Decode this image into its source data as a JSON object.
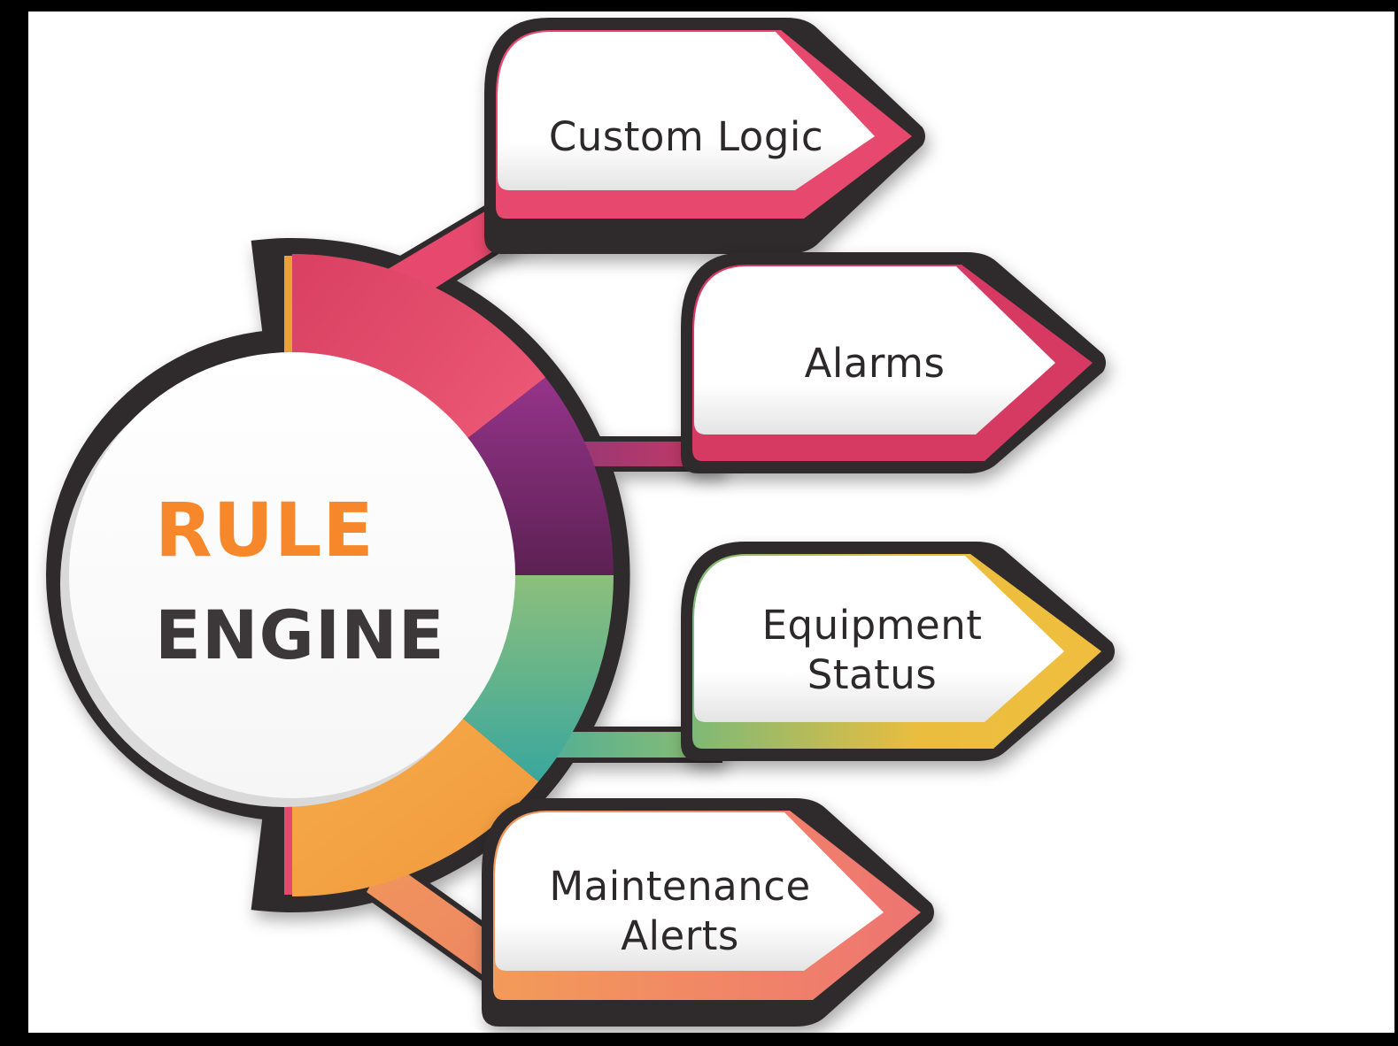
{
  "center": {
    "line1": "RULE",
    "line2": "ENGINE",
    "line1_color": "#f6882b",
    "line2_color": "#3c3839"
  },
  "banners": [
    {
      "id": "custom-logic",
      "label": "Custom Logic",
      "lines": [
        "Custom Logic"
      ],
      "accent_color": "#e7486d"
    },
    {
      "id": "alarms",
      "label": "Alarms",
      "lines": [
        "Alarms"
      ],
      "accent_color": "#d63a62"
    },
    {
      "id": "equipment-status",
      "label": "Equipment Status",
      "lines": [
        "Equipment",
        "Status"
      ],
      "accent_color": "#f0be3e"
    },
    {
      "id": "maintenance-alerts",
      "label": "Maintenance Alerts",
      "lines": [
        "Maintenance",
        "Alerts"
      ],
      "accent_color": "#f29a5a"
    }
  ],
  "ring_segments": [
    {
      "name": "red",
      "color": "#e2486b"
    },
    {
      "name": "purple",
      "color_start": "#95348a",
      "color_end": "#5c2153"
    },
    {
      "name": "green",
      "color_start": "#8dbf7c",
      "color_end": "#39a79d"
    },
    {
      "name": "orange",
      "color": "#f3a242"
    }
  ],
  "outline_color": "#2f2b2c",
  "background_color": "#ffffff"
}
